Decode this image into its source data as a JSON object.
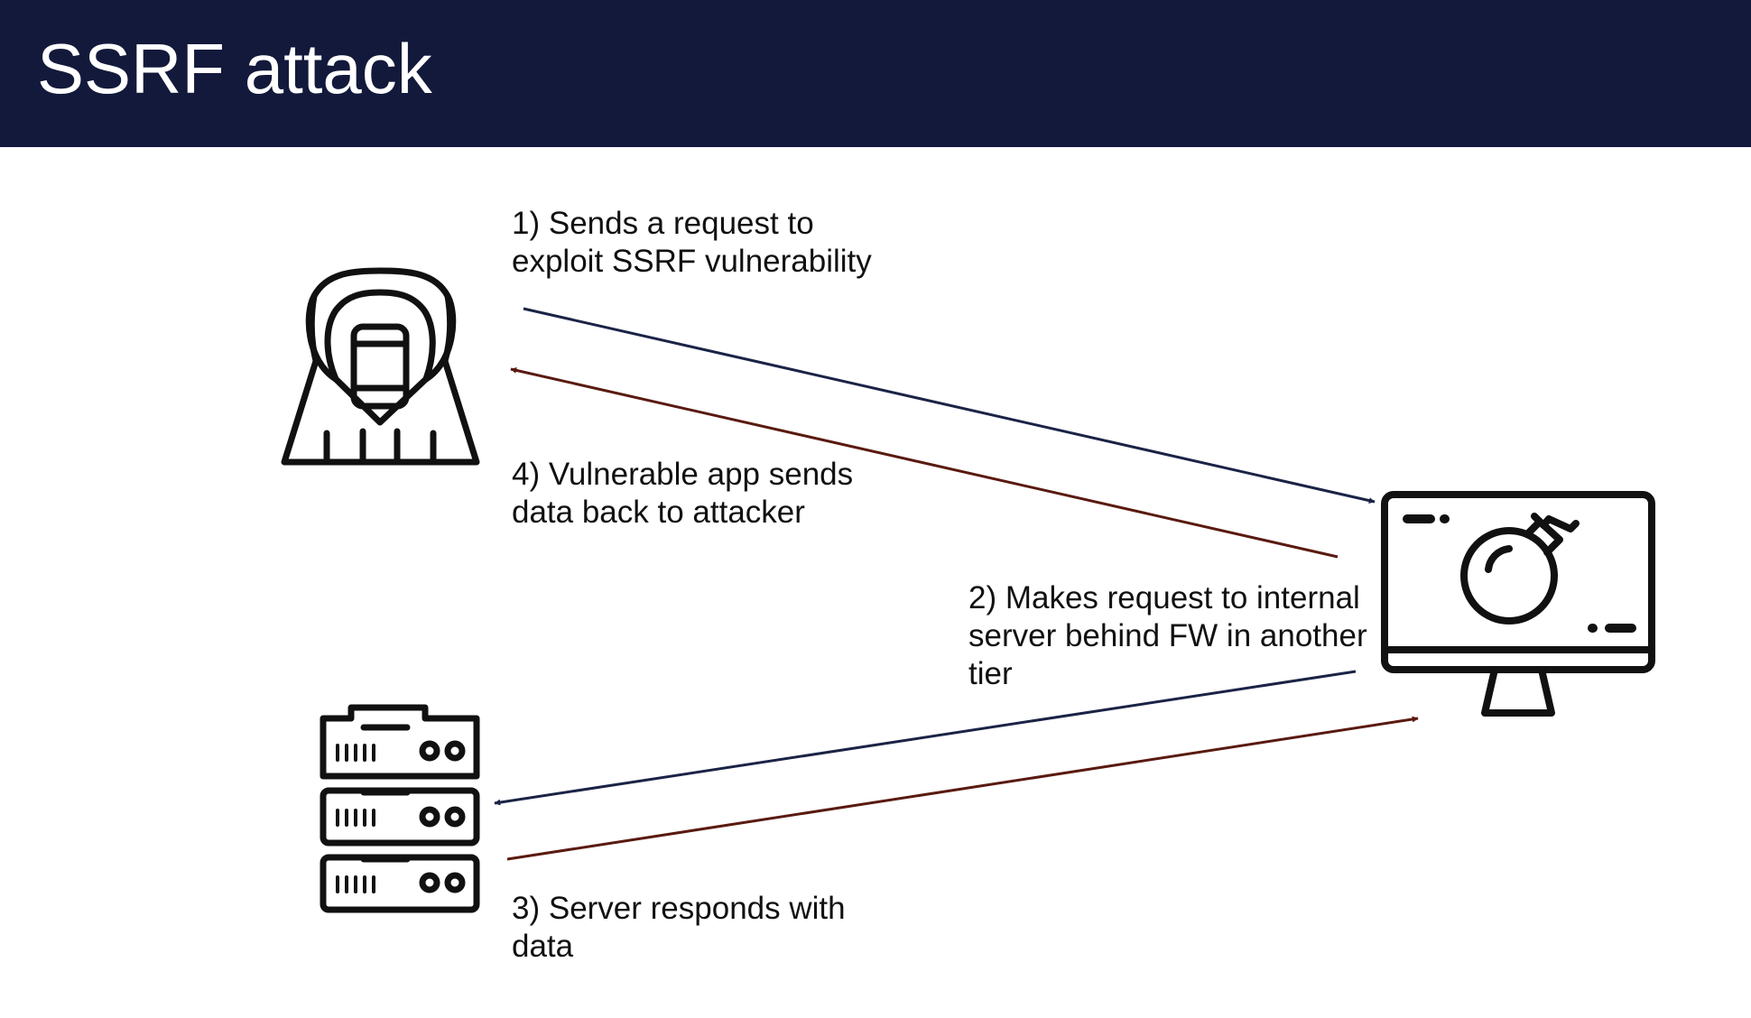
{
  "title": "SSRF attack",
  "steps": [
    {
      "id": 1,
      "text": "1) Sends a request to\nexploit SSRF vulnerability"
    },
    {
      "id": 2,
      "text": "2) Makes request to internal\nserver behind FW in another\ntier"
    },
    {
      "id": 3,
      "text": "3) Server responds with\ndata"
    },
    {
      "id": 4,
      "text": "4) Vulnerable app sends\ndata back to attacker"
    }
  ],
  "icons": {
    "attacker": "hooded-hacker-icon",
    "vulnerable_app": "monitor-with-bomb-icon",
    "internal_server": "server-rack-icon"
  },
  "colors": {
    "header": "#13193b",
    "request_arrow": "#1b2346",
    "response_arrow": "#5a1a10",
    "icon_stroke": "#111111"
  }
}
